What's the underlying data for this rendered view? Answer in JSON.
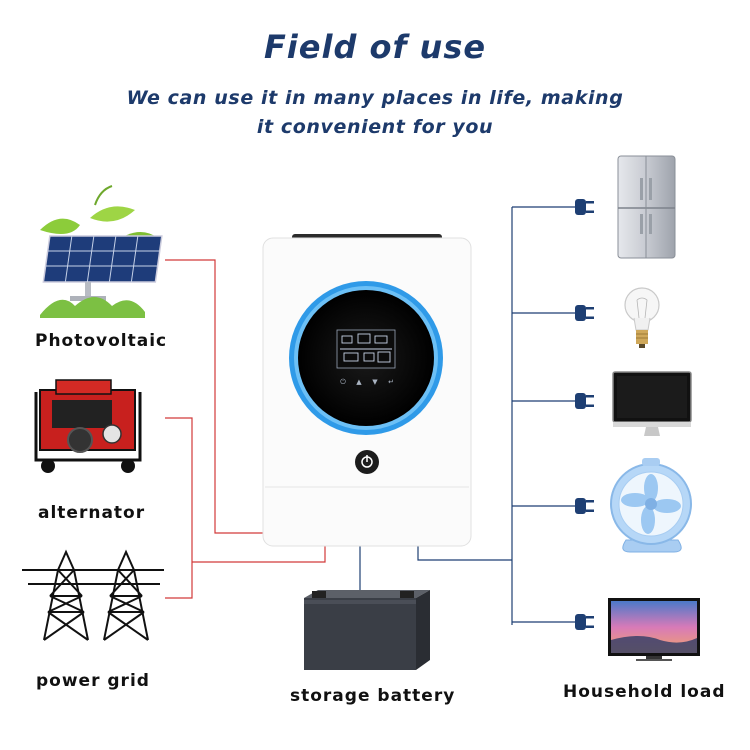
{
  "header": {
    "title": "Field of use",
    "subtitle_line1": "We can use it in many places in life, making",
    "subtitle_line2": "it convenient for you"
  },
  "sources": {
    "photovoltaic": "Photovoltaic",
    "alternator": "alternator",
    "power_grid": "power grid"
  },
  "storage": {
    "label": "storage battery"
  },
  "loads": {
    "label": "Household load"
  },
  "colors": {
    "title": "#1d3a6b",
    "source_lines": "#d23a3a",
    "load_lines": "#1e3f73",
    "ring": "#2f9ae8"
  }
}
